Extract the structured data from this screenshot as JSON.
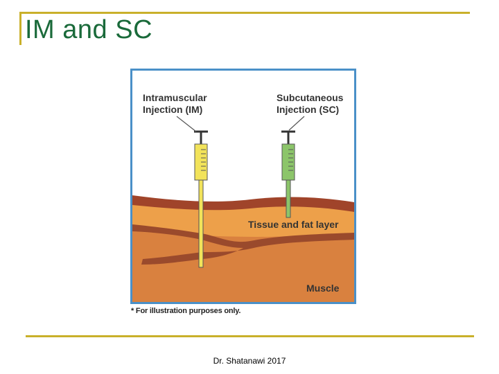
{
  "slide": {
    "title": "IM and SC",
    "footer": "Dr. Shatanawi 2017"
  },
  "figure": {
    "im_label_line1": "Intramuscular",
    "im_label_line2": "Injection (IM)",
    "sc_label_line1": "Subcutaneous",
    "sc_label_line2": "Injection (SC)",
    "tissue_label": "Tissue and fat layer",
    "muscle_label": "Muscle",
    "footnote": "* For illustration purposes only.",
    "colors": {
      "border": "#4a90c8",
      "skin": "#a0442a",
      "fat": "#eda04a",
      "muscle": "#d9813f",
      "vessel": "#9a4a2c",
      "im_syringe": "#f2e35a",
      "sc_syringe": "#8cc56a",
      "label_text": "#333333"
    }
  }
}
